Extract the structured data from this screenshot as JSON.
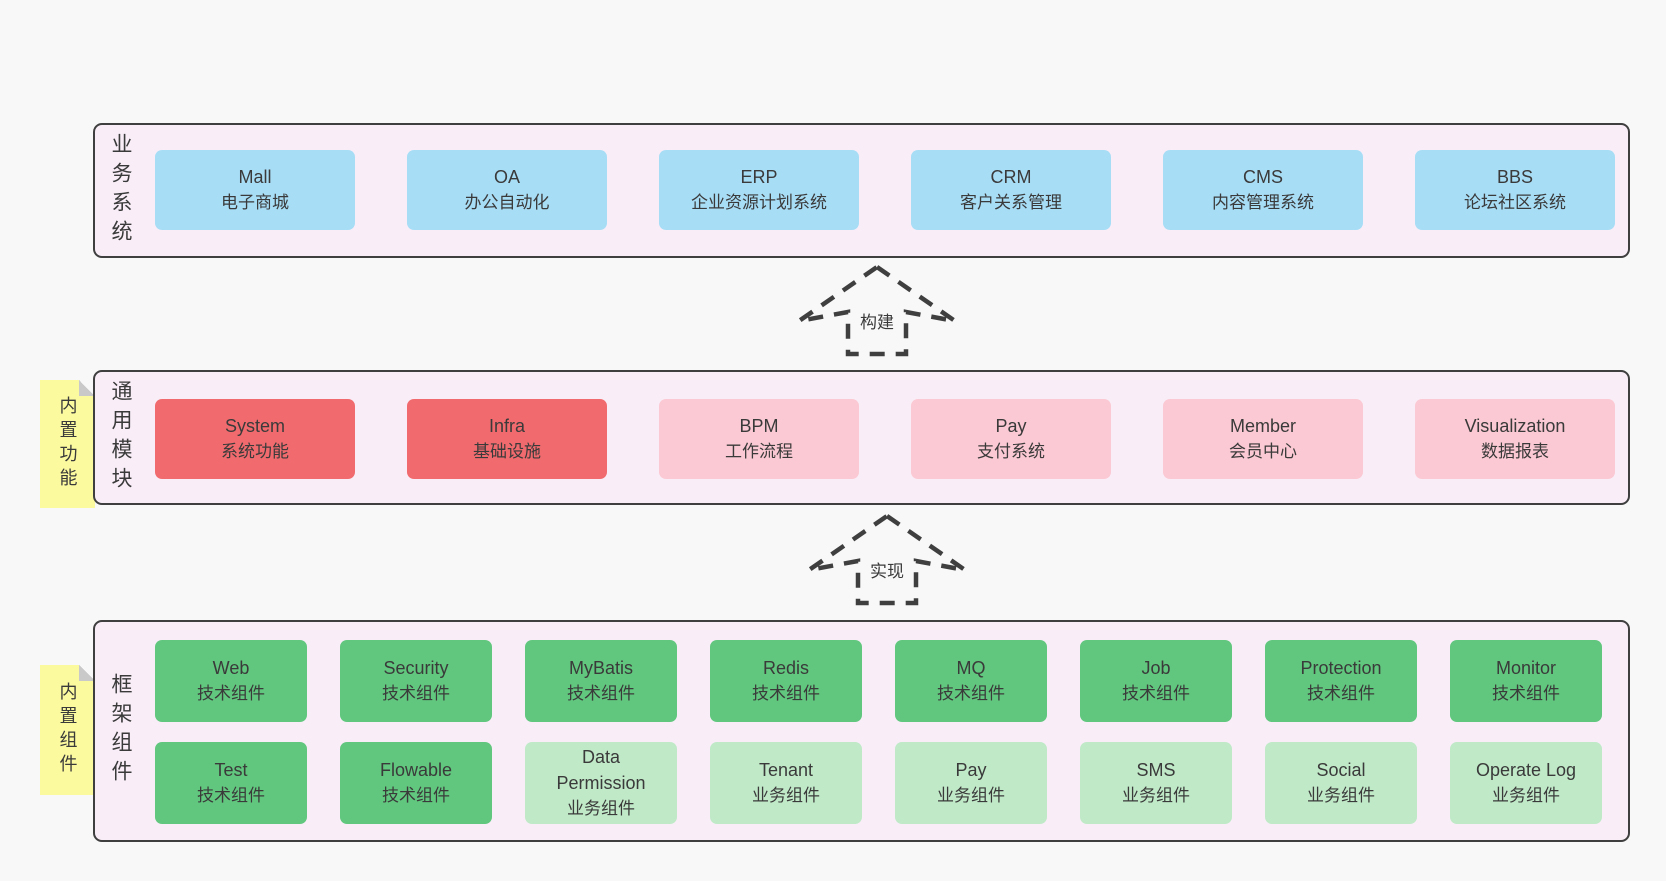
{
  "palette": {
    "page_bg": "#f8f8f8",
    "container_fill": "#f9eef8",
    "container_border": "#3f3f3f",
    "text": "#3a3a3a",
    "blue": "#a8ddf6",
    "red": "#f16b6e",
    "pink": "#fbc9d3",
    "green": "#61c77e",
    "green_light": "#c0e9c8",
    "note_yellow": "#fcfa9f",
    "note_fold": "#c9c9c9"
  },
  "business_layer": {
    "label": "业务系统",
    "boxes": [
      {
        "title": "Mall",
        "subtitle": "电子商城",
        "variant": "blue"
      },
      {
        "title": "OA",
        "subtitle": "办公自动化",
        "variant": "blue"
      },
      {
        "title": "ERP",
        "subtitle": "企业资源计划系统",
        "variant": "blue"
      },
      {
        "title": "CRM",
        "subtitle": "客户关系管理",
        "variant": "blue"
      },
      {
        "title": "CMS",
        "subtitle": "内容管理系统",
        "variant": "blue"
      },
      {
        "title": "BBS",
        "subtitle": "论坛社区系统",
        "variant": "blue"
      }
    ]
  },
  "arrow_build": {
    "label": "构建"
  },
  "module_layer": {
    "label": "通用模块",
    "note": "内置功能",
    "boxes": [
      {
        "title": "System",
        "subtitle": "系统功能",
        "variant": "red"
      },
      {
        "title": "Infra",
        "subtitle": "基础设施",
        "variant": "red"
      },
      {
        "title": "BPM",
        "subtitle": "工作流程",
        "variant": "pink"
      },
      {
        "title": "Pay",
        "subtitle": "支付系统",
        "variant": "pink"
      },
      {
        "title": "Member",
        "subtitle": "会员中心",
        "variant": "pink"
      },
      {
        "title": "Visualization",
        "subtitle": "数据报表",
        "variant": "pink"
      }
    ]
  },
  "arrow_implement": {
    "label": "实现"
  },
  "component_layer": {
    "label": "框架组件",
    "note": "内置组件",
    "row1": [
      {
        "title": "Web",
        "subtitle": "技术组件",
        "variant": "green"
      },
      {
        "title": "Security",
        "subtitle": "技术组件",
        "variant": "green"
      },
      {
        "title": "MyBatis",
        "subtitle": "技术组件",
        "variant": "green"
      },
      {
        "title": "Redis",
        "subtitle": "技术组件",
        "variant": "green"
      },
      {
        "title": "MQ",
        "subtitle": "技术组件",
        "variant": "green"
      },
      {
        "title": "Job",
        "subtitle": "技术组件",
        "variant": "green"
      },
      {
        "title": "Protection",
        "subtitle": "技术组件",
        "variant": "green"
      },
      {
        "title": "Monitor",
        "subtitle": "技术组件",
        "variant": "green"
      }
    ],
    "row2": [
      {
        "title": "Test",
        "subtitle": "技术组件",
        "variant": "green"
      },
      {
        "title": "Flowable",
        "subtitle": "技术组件",
        "variant": "green"
      },
      {
        "title": "Data Permission",
        "subtitle": "业务组件",
        "variant": "green_light"
      },
      {
        "title": "Tenant",
        "subtitle": "业务组件",
        "variant": "green_light"
      },
      {
        "title": "Pay",
        "subtitle": "业务组件",
        "variant": "green_light"
      },
      {
        "title": "SMS",
        "subtitle": "业务组件",
        "variant": "green_light"
      },
      {
        "title": "Social",
        "subtitle": "业务组件",
        "variant": "green_light"
      },
      {
        "title": "Operate Log",
        "subtitle": "业务组件",
        "variant": "green_light"
      }
    ]
  }
}
